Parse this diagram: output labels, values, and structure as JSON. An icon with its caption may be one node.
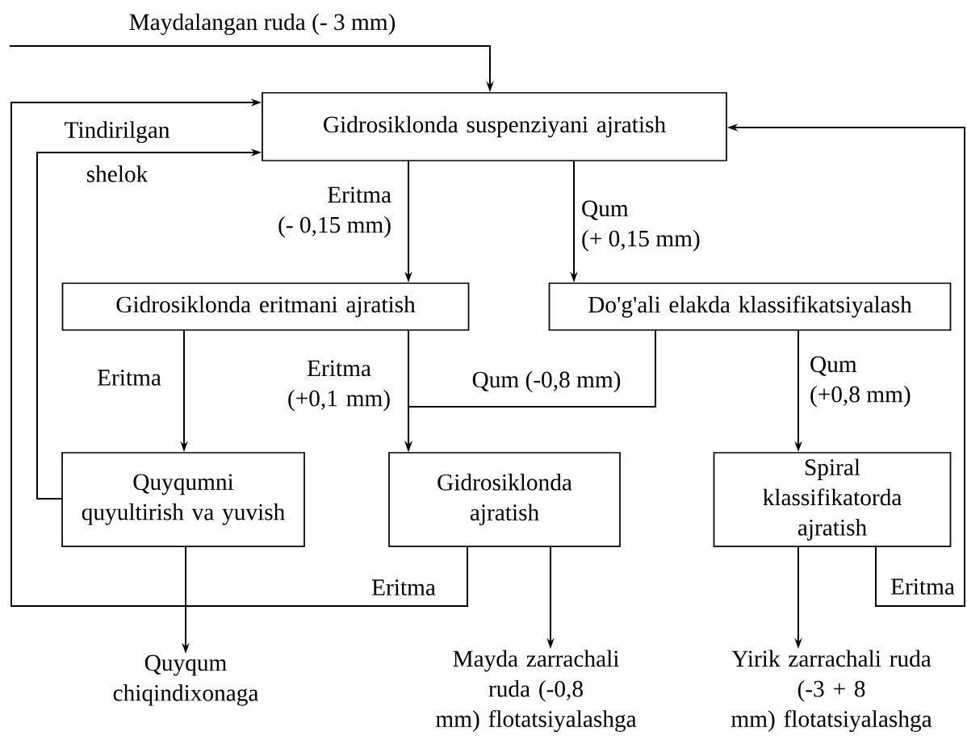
{
  "diagram": {
    "nodes": [
      {
        "text": [
          "Gidrosiklonda suspenziyani ajratish"
        ]
      },
      {
        "text": [
          "Gidrosiklonda eritmani ajratish"
        ]
      },
      {
        "text": [
          "Do'g'ali elakda klassifikatsiyalash"
        ]
      },
      {
        "text": [
          "Quyqumni quyultirish va yuvish"
        ]
      },
      {
        "text": [
          "Gidrosiklonda ajratish"
        ]
      },
      {
        "text": [
          "Spiral klassifikatorda ajratish"
        ]
      },
      {
        "text": [
          "Quyqum chiqindixonaga"
        ]
      },
      {
        "text": [
          "Mayda zarrachali ruda (-0,8 mm) flotatsiyalashga"
        ]
      },
      {
        "text": [
          "Yirik zarrachali ruda (-3 + 8 mm) flotatsiyalashga"
        ]
      }
    ],
    "edges": [
      {
        "from": null,
        "to": 0,
        "arrow": "to",
        "label": "Maydalangan ruda (- 3 mm)"
      },
      {
        "from": 0,
        "to": 1,
        "arrow": "to",
        "label": "Eritma (- 0,15 mm)"
      },
      {
        "from": 0,
        "to": 2,
        "arrow": "to",
        "label": "Qum (+ 0,15 mm)"
      },
      {
        "from": 1,
        "to": 3,
        "arrow": "to",
        "label": "Eritma"
      },
      {
        "from": 1,
        "to": 4,
        "arrow": "to",
        "label": "Eritma (+0,1 mm)"
      },
      {
        "from": 2,
        "to": 4,
        "arrow": "to",
        "label": "Qum (-0,8 mm)"
      },
      {
        "from": 2,
        "to": 5,
        "arrow": "to",
        "label": "Qum (+0,8 mm)"
      },
      {
        "from": 3,
        "to": 0,
        "arrow": "to",
        "label": "Tindirilgan shelok"
      },
      {
        "from": 3,
        "to": 6,
        "arrow": "to"
      },
      {
        "from": 4,
        "to": 0,
        "arrow": "to",
        "label": "Eritma"
      },
      {
        "from": 4,
        "to": 7,
        "arrow": "to"
      },
      {
        "from": 5,
        "to": 8,
        "arrow": "to"
      },
      {
        "from": 5,
        "to": 0,
        "arrow": "to",
        "label": "Eritma"
      }
    ]
  }
}
